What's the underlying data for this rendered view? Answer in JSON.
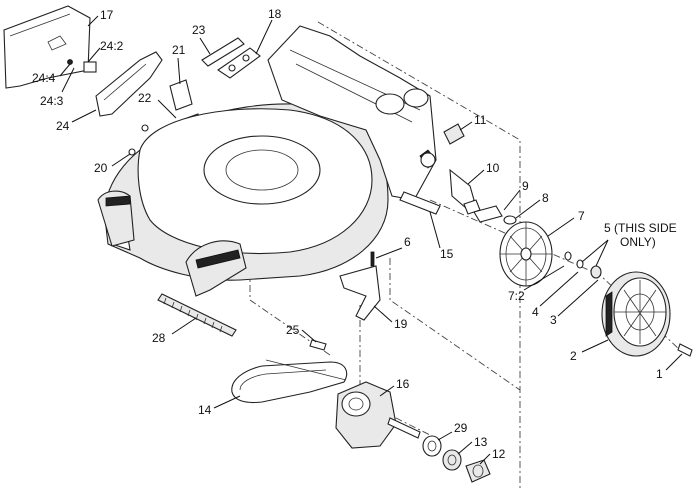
{
  "colors": {
    "ink": "#111111",
    "paper": "#ffffff",
    "shade": "#e9e9e9"
  },
  "callouts": {
    "c17": "17",
    "c24_2": "24:2",
    "c24_4": "24:4",
    "c24_3": "24:3",
    "c24": "24",
    "c21": "21",
    "c23": "23",
    "c18": "18",
    "c22": "22",
    "c20": "20",
    "c11": "11",
    "c10": "10",
    "c9": "9",
    "c8": "8",
    "c7": "7",
    "c5_line1": "5 (THIS SIDE",
    "c5_line2": "ONLY)",
    "c6": "6",
    "c15": "15",
    "c7_2": "7:2",
    "c4": "4",
    "c3": "3",
    "c19": "19",
    "c28": "28",
    "c25": "25",
    "c16": "16",
    "c2": "2",
    "c1": "1",
    "c14": "14",
    "c29": "29",
    "c13": "13",
    "c12": "12"
  }
}
